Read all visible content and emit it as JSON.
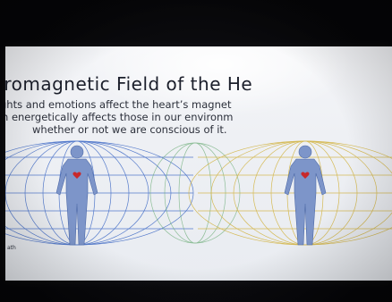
{
  "slide": {
    "title": "tromagnetic Field of the He",
    "subtitle_line1": "ghts and emotions affect the heart’s magnet",
    "subtitle_line2": "n energetically affects those in our environm",
    "subtitle_line3": "whether or not we are conscious of it.",
    "credit": "ath"
  },
  "colors": {
    "blue_field": "#3a66c4",
    "gold_field": "#d1b13a",
    "green_field": "#6fae7a",
    "body": "#7d95c9",
    "heart": "#c8282a"
  }
}
